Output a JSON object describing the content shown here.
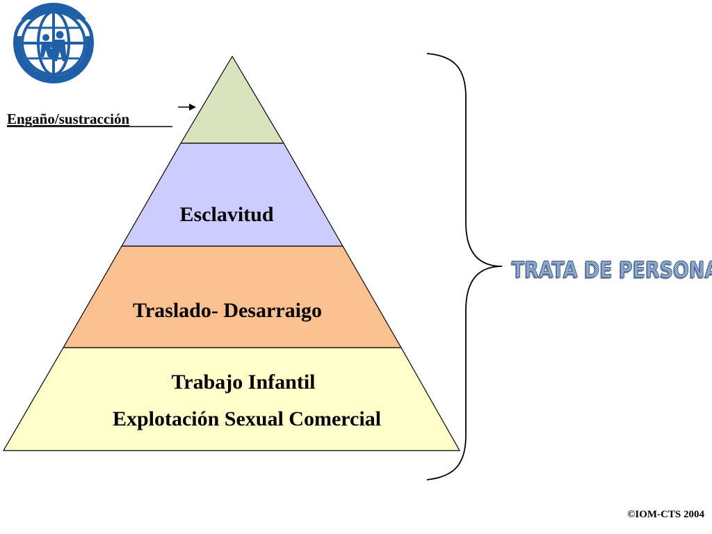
{
  "logo": {
    "icon": "iom-globe-family-logo",
    "color": "#1f5fa8"
  },
  "pyramid": {
    "levels": [
      {
        "label": "",
        "color": "#d7e4bd"
      },
      {
        "label": "Esclavitud",
        "color": "#ccccff"
      },
      {
        "label": "Traslado- Desarraigo",
        "color": "#fac090"
      },
      {
        "label_line1": "Trabajo Infantil",
        "label_line2": "Explotación Sexual Comercial",
        "color": "#ffffcc"
      }
    ],
    "side_label": "Engaño/sustracción"
  },
  "bracket_label": "TRATA DE PERSONAS",
  "footer": "©IOM-CTS 2004"
}
